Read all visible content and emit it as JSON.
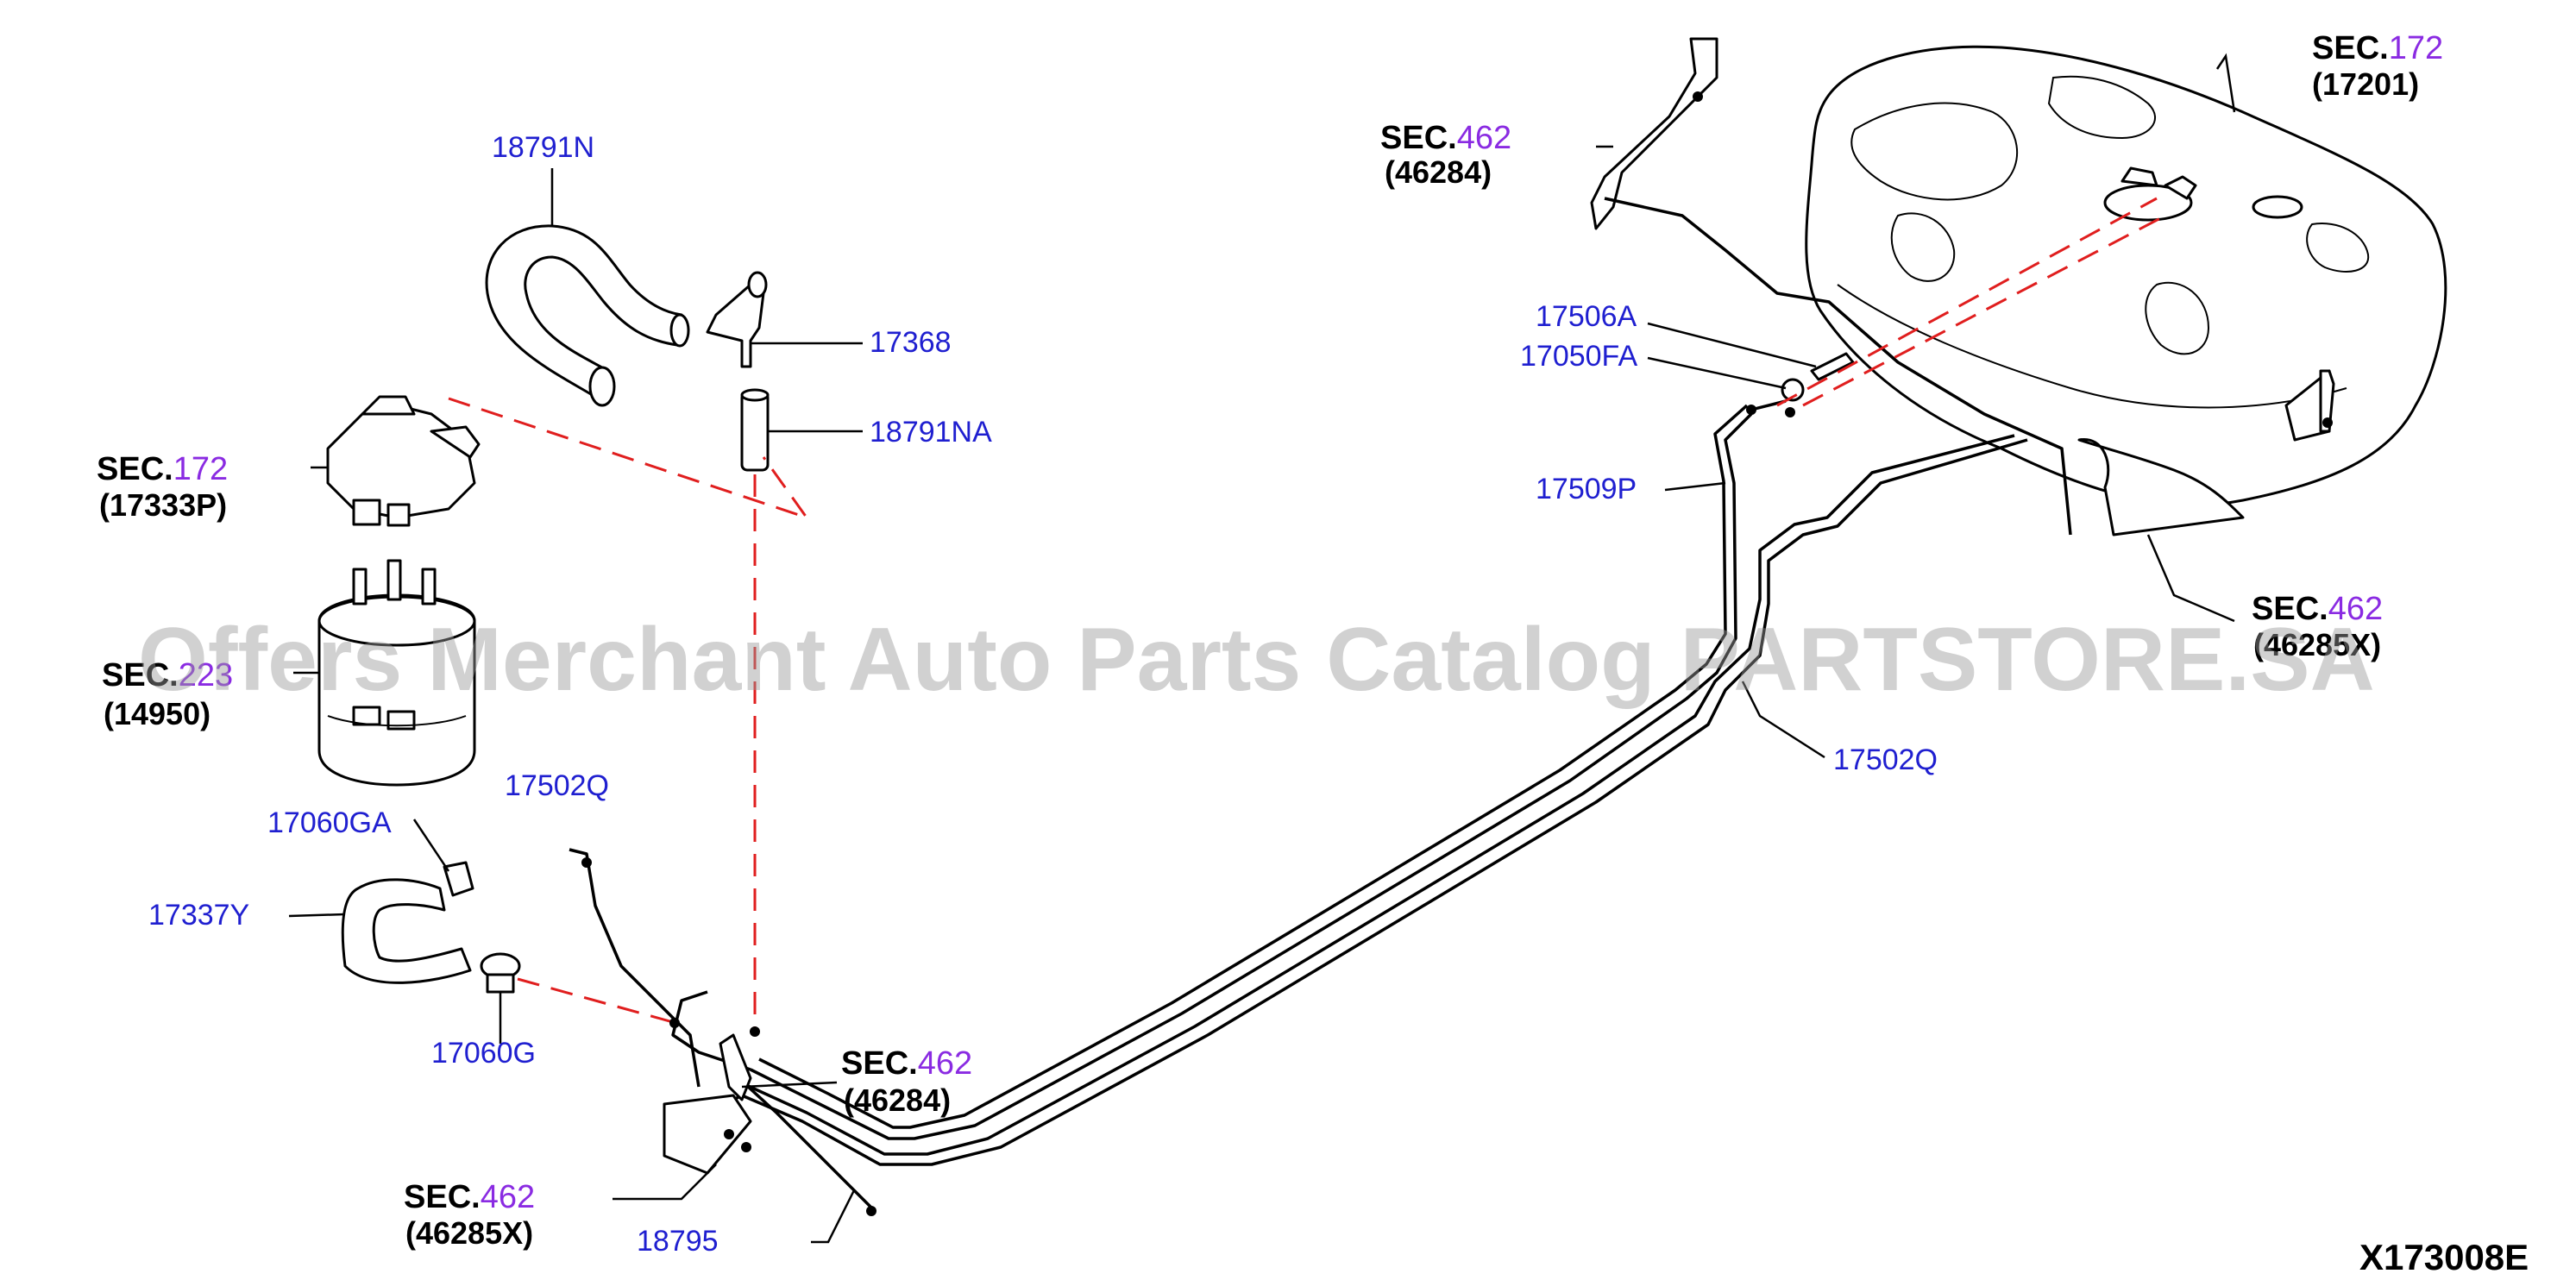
{
  "diagram": {
    "code": "X173008E",
    "watermark": "Offers Merchant Auto Parts Catalog PARTSTORE.SA",
    "sec_prefix": "SEC.",
    "colors": {
      "part_number": "#1f1fd0",
      "section_number": "#8a2be2",
      "guide_line": "#e01e1e",
      "watermark": "#9a9a9a"
    },
    "part_labels": [
      {
        "id": "18791N",
        "text": "18791N"
      },
      {
        "id": "17368",
        "text": "17368"
      },
      {
        "id": "18791NA",
        "text": "18791NA"
      },
      {
        "id": "17506A",
        "text": "17506A"
      },
      {
        "id": "17050FA",
        "text": "17050FA"
      },
      {
        "id": "17509P",
        "text": "17509P"
      },
      {
        "id": "17502Q-right",
        "text": "17502Q"
      },
      {
        "id": "17502Q-left",
        "text": "17502Q"
      },
      {
        "id": "17060GA",
        "text": "17060GA"
      },
      {
        "id": "17337Y",
        "text": "17337Y"
      },
      {
        "id": "17060G",
        "text": "17060G"
      },
      {
        "id": "18795",
        "text": "18795"
      }
    ],
    "section_refs": [
      {
        "id": "sec-172-tank",
        "section": "172",
        "part": "(17201)"
      },
      {
        "id": "sec-462-top",
        "section": "462",
        "part": "(46284)"
      },
      {
        "id": "sec-172-left",
        "section": "172",
        "part": "(17333P)"
      },
      {
        "id": "sec-223",
        "section": "223",
        "part": "(14950)"
      },
      {
        "id": "sec-462-right",
        "section": "462",
        "part": "(46285X)"
      },
      {
        "id": "sec-462-mid",
        "section": "462",
        "part": "(46284)"
      },
      {
        "id": "sec-462-bottom",
        "section": "462",
        "part": "(46285X)"
      }
    ]
  }
}
